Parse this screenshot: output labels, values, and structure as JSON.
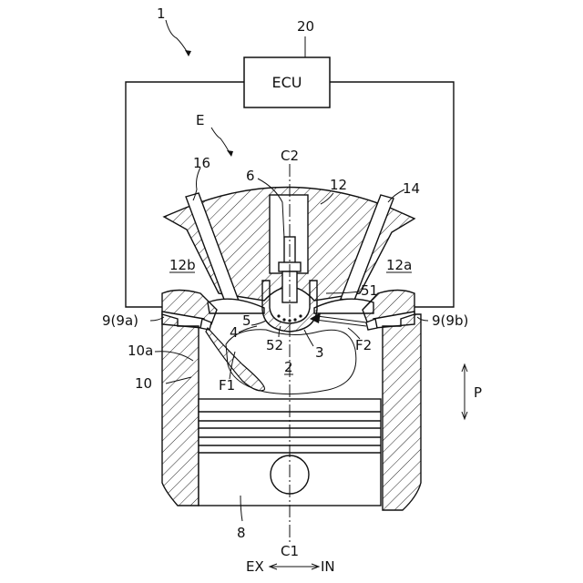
{
  "labels": {
    "fig_number": "1",
    "ecu_ref": "20",
    "ecu_text": "ECU",
    "engine": "E",
    "axis_c2": "C2",
    "axis_c1": "C1",
    "l16": "16",
    "l6": "6",
    "l12": "12",
    "l14": "14",
    "port_exhaust": "12b",
    "port_intake": "12a",
    "l51": "51",
    "l9_left": "9(9a)",
    "l9_right": "9(9b)",
    "l5": "5",
    "l4": "4",
    "l52": "52",
    "l3": "3",
    "f2": "F2",
    "l10a": "10a",
    "chamber": "2",
    "l10": "10",
    "f1": "F1",
    "p": "P",
    "l8": "8",
    "ex": "EX",
    "in": "IN"
  }
}
